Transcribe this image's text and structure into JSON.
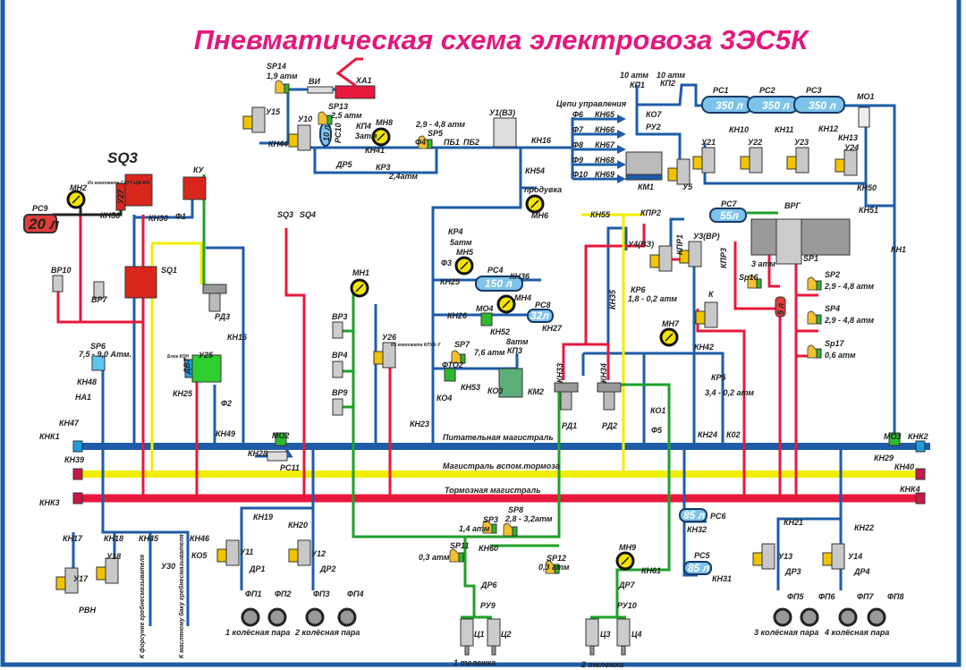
{
  "title": "Пневматическая схема электровоза 3ЭС5К",
  "colors": {
    "supply_main": "#1e5ca8",
    "aux_brake_main": "#f2ee00",
    "brake_main": "#e8183c",
    "cylinder_lines": "#1fa02a",
    "gauge": "#f5e400",
    "accent_title": "#e4187c"
  },
  "labels": {
    "sp14": "SP14",
    "sp14_p": "1,9 атм",
    "vi": "ВИ",
    "xa1": "ХА1",
    "sp13": "SP13",
    "sp13_p": "2,5 атм",
    "u15": "У15",
    "u10": "У10",
    "rs10": "РС10",
    "rs10_v": "10 л",
    "kp4": "КП4",
    "kp4_p": "3атм",
    "mn8": "МН8",
    "kn41": "КН41",
    "dr5": "ДР5",
    "kr3": "КР3",
    "kr3_p": "2,4атм",
    "f4": "Ф4",
    "sp5_p": "2,9 - 4,8 атм",
    "sp5": "SP5",
    "pb1": "ПБ1",
    "pb2": "ПБ2",
    "kn44": "КН44",
    "sq3": "SQ3",
    "saut": "Из комплекта САУТ-ЦМ-485",
    "u27": "У27",
    "mn2": "МН2",
    "rs9": "РС9",
    "rs9_v": "20 л",
    "kn56": "КН56",
    "kn30": "КН30",
    "f1": "Ф1",
    "ku": "КУ",
    "sq1": "SQ1",
    "vr10": "ВР10",
    "vr7": "ВР7",
    "rd3": "РД3",
    "kn15": "КН15",
    "sq3b": "SQ3",
    "sq4": "SQ4",
    "mn1": "МН1",
    "vr3": "ВР3",
    "vr4": "ВР4",
    "vr9": "ВР9",
    "u26": "У26",
    "klub": "Из комплекта КЛУБ-У",
    "kr4": "КР4",
    "kr4_p": "5атм",
    "f3": "Ф3",
    "mn5": "МН5",
    "kn25a": "КН25",
    "rs4": "РС4",
    "rs4_v": "150 л",
    "kn36": "КН36",
    "mn4": "МН4",
    "kn26": "КН26",
    "mo4": "МО4",
    "kn52": "КН52",
    "rs8": "РС8",
    "rs8_v": "32л",
    "kn27": "КН27",
    "sp7": "SP7",
    "sp7_p": "7,6 атм",
    "kp3_p": "8атм",
    "kp3": "КП3",
    "fto2": "ФТО2",
    "ko3": "КО3",
    "kn53": "КН53",
    "km2": "КМ2",
    "ko4": "КО4",
    "kn23": "КН23",
    "m1": "Питательная магистраль",
    "m2": "Магистраль вспом.тормоза",
    "m3": "Тормозная магистраль",
    "u1": "У1(ВЗ)",
    "cepi": "Цепи управления",
    "f6": "Ф6",
    "f7": "Ф7",
    "f8": "Ф8",
    "f9": "Ф9",
    "f10": "Ф10",
    "kn65": "КН65",
    "kn66": "КН66",
    "kn67": "КН67",
    "kn68": "КН68",
    "kn69": "КН69",
    "kn16": "КН16",
    "kn54": "КН54",
    "produvka": "продувка",
    "mn6": "МН6",
    "kp1_p": "10 атм",
    "kp1": "КП1",
    "kp2_p": "10 атм",
    "kp2": "КП2",
    "ko7": "КО7",
    "ru2": "РУ2",
    "km1": "КМ1",
    "u5": "У5",
    "rs1": "РС1",
    "rs2": "РС2",
    "rs3": "РС3",
    "rs1_v": "350 л",
    "rs2_v": "350 л",
    "rs3_v": "350 л",
    "mo1": "МО1",
    "kn10": "КН10",
    "kn11": "КН11",
    "kn12": "КН12",
    "kn13": "КН13",
    "u21": "У21",
    "u22": "У22",
    "u23": "У23",
    "u24": "У24",
    "kn50": "КН50",
    "kn51": "КН51",
    "kn1": "КН1",
    "rs7": "РС7",
    "rs7_v": "55л",
    "vrg": "ВРГ",
    "sp1": "SP1",
    "sp1_p": "3 атм",
    "sp16": "Sp16",
    "sp2": "SP2",
    "sp2_p": "2,9 - 4,8 атм",
    "sp4": "SP4",
    "sp4_p": "2,9 - 4,8 атм",
    "v5l": "5 л",
    "sp17": "Sp17",
    "sp17_p": "0,6 атм",
    "kn55": "КН55",
    "kpr2": "КПР2",
    "u4": "У4(ВЗ)",
    "kpr1": "КПР1",
    "u3": "У3(ВР)",
    "kpr3": "КПР3",
    "kr6": "КР6",
    "kr6_p": "1,8 - 0,2 атм",
    "k": "К",
    "kn35": "КН35",
    "mn7": "МН7",
    "kn33": "КН33",
    "kn34": "КН34",
    "rd1": "РД1",
    "rd2": "РД2",
    "kn42": "КН42",
    "kr5": "КР5",
    "kr5_p": "3,4 - 0,2 атм",
    "ko1": "КО1",
    "f5": "Ф5",
    "kn24": "КН24",
    "k02": "К02",
    "mo3": "МО3",
    "knk2": "КНК2",
    "kn29": "КН29",
    "kn40": "КН40",
    "knk4": "КНК4",
    "sp6": "SP6",
    "sp6_p": "7,5 - 9,0 Атм.",
    "kn48": "КН48",
    "na1": "НА1",
    "kn47": "КН47",
    "knk1": "КНК1",
    "kn39": "КН39",
    "knk3": "КНК3",
    "kon": "Блок КОН",
    "u25": "У25",
    "db7": "ДБ7",
    "kn25b": "КН25",
    "f2": "Ф2",
    "kn49": "КН49",
    "mo2": "МО2",
    "kn28": "КН28",
    "rs11": "РС11",
    "kn17": "КН17",
    "kn18": "КН18",
    "kn45": "КН45",
    "kn46": "КН46",
    "ko5": "КО5",
    "u18": "У18",
    "u17": "У17",
    "rvn": "РВН",
    "u30": "У30",
    "forsunka": "К форсунке гребнесмазывателя",
    "maslo": "К масляному баку гребнесмазывателя",
    "kn19": "КН19",
    "kn20": "КН20",
    "u11": "У11",
    "u12": "У12",
    "dr1": "ДР1",
    "dr2": "ДР2",
    "fp1": "ФП1",
    "fp2": "ФП2",
    "fp3": "ФП3",
    "fp4": "ФП4",
    "wp1": "1 колёсная пара",
    "wp2": "2 колёсная пара",
    "sp3": "SP3",
    "sp3_p": "1,4 атм",
    "sp8": "SP8",
    "sp8_p": "2,8 - 3,2атм",
    "sp11": "SP11",
    "sp11_p": "0,3 атм",
    "kn60": "КН60",
    "dr6": "ДР6",
    "ru9": "РУ9",
    "c1": "Ц1",
    "c2": "Ц2",
    "t1": "1 тележка",
    "sp12": "SP12",
    "sp12_p": "0,3 атм",
    "mn9": "МН9",
    "kn61": "КН61",
    "dr7": "ДР7",
    "ru10": "РУ10",
    "c3": "Ц3",
    "c4": "Ц4",
    "t2": "2 тележка",
    "rs6": "РС6",
    "rs6_v": "85 л",
    "kn32": "КН32",
    "rs5": "РС5",
    "rs5_v": "85 л",
    "kn31": "КН31",
    "kn21": "КН21",
    "kn22": "КН22",
    "u13": "У13",
    "u14": "У14",
    "dr3": "ДР3",
    "dr4": "ДР4",
    "fp5": "ФП5",
    "fp6": "ФП6",
    "fp7": "ФП7",
    "fp8": "ФП8",
    "wp3": "3 колёсная пара",
    "wp4": "4 колёсная пара"
  }
}
